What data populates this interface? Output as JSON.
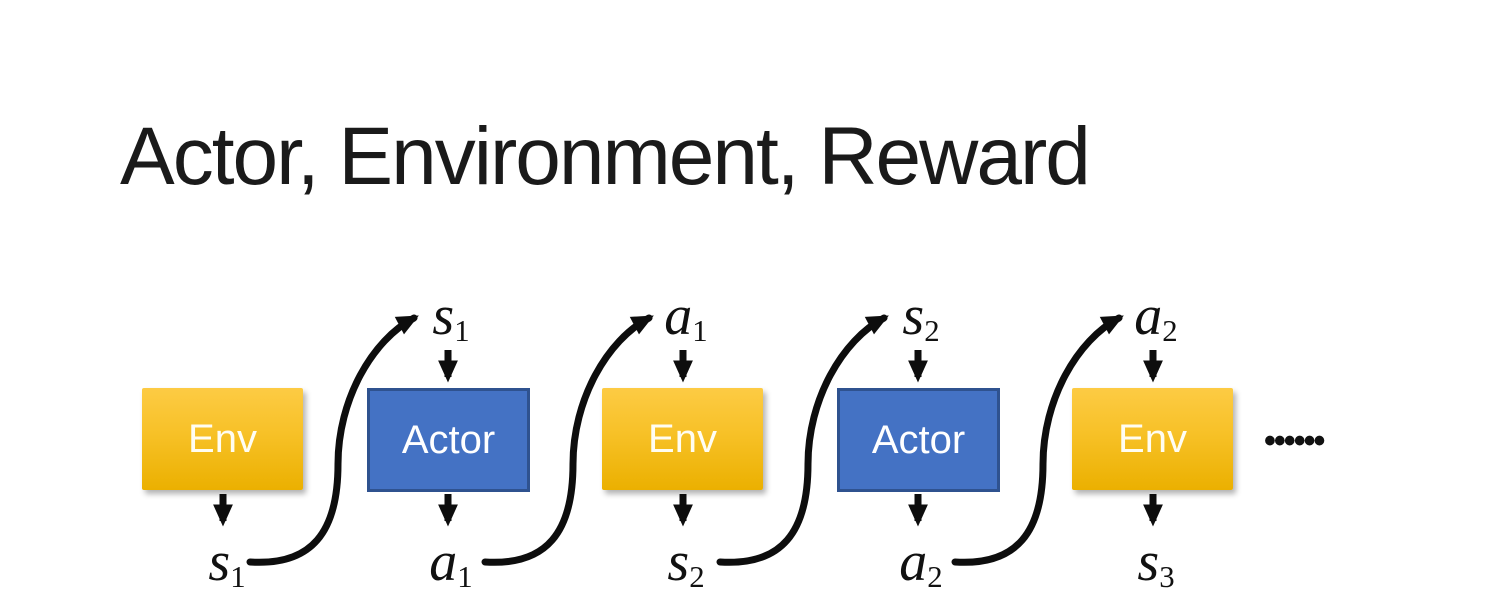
{
  "title": "Actor, Environment, Reward",
  "diagram": {
    "boxes": [
      {
        "label": "Env",
        "type": "env"
      },
      {
        "label": "Actor",
        "type": "actor"
      },
      {
        "label": "Env",
        "type": "env"
      },
      {
        "label": "Actor",
        "type": "actor"
      },
      {
        "label": "Env",
        "type": "env"
      }
    ],
    "top_labels": [
      {
        "base": "s",
        "sub": "1"
      },
      {
        "base": "a",
        "sub": "1"
      },
      {
        "base": "s",
        "sub": "2"
      },
      {
        "base": "a",
        "sub": "2"
      }
    ],
    "bottom_labels": [
      {
        "base": "s",
        "sub": "1"
      },
      {
        "base": "a",
        "sub": "1"
      },
      {
        "base": "s",
        "sub": "2"
      },
      {
        "base": "a",
        "sub": "2"
      },
      {
        "base": "s",
        "sub": "3"
      }
    ],
    "ellipsis": "••••••",
    "colors": {
      "env_top": "#FDCB44",
      "env_bottom": "#EBB000",
      "actor_fill": "#4472C4",
      "actor_border": "#2F528F",
      "arrow": "#0d0d0d"
    }
  }
}
